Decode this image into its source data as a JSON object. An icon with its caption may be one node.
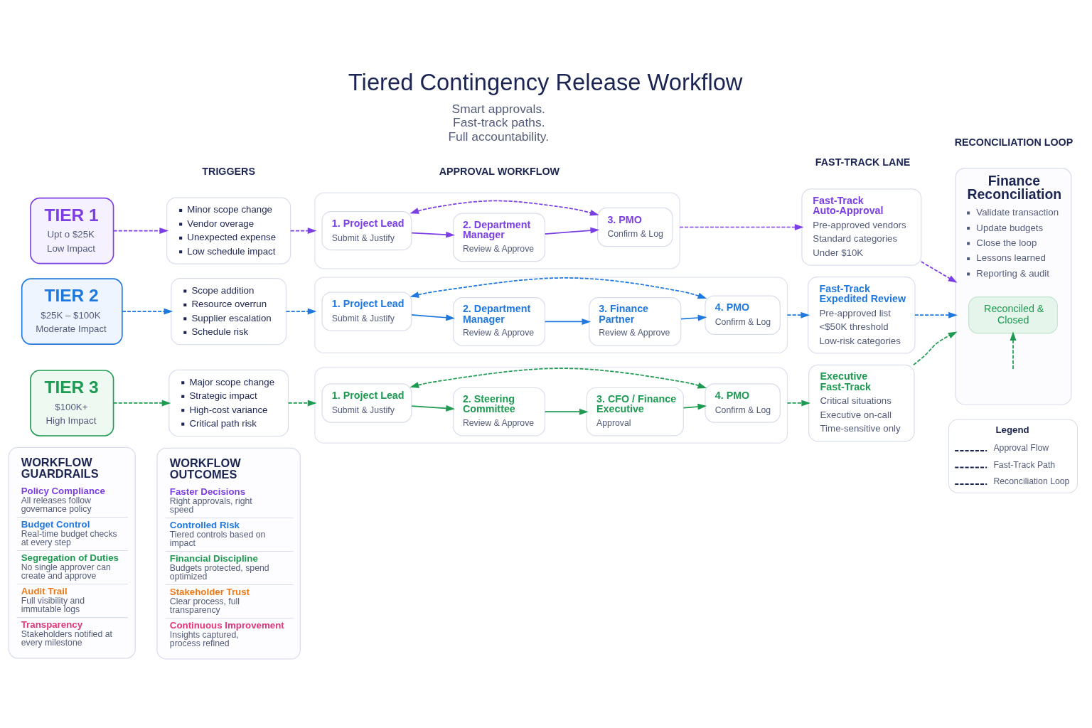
{
  "diagram": {
    "title": "Tiered Contingency Release Workflow",
    "nodes": [
      {
        "text": [
          "TIER 1",
          "Upt o $25K",
          "Low Impact"
        ]
      },
      {
        "text": [
          "Minor scope change",
          "Vendor overage",
          "Unexpected expense",
          "Low schedule impact"
        ]
      },
      {
        "text": [],
        "shape": "box"
      },
      {
        "text": [
          "1. Project Lead",
          "Submit & Justify"
        ],
        "in": 2
      },
      {
        "text": [
          "2. Department Manager",
          "Review & Approve"
        ],
        "in": 2
      },
      {
        "text": [
          "3. PMO",
          "Confirm & Log"
        ],
        "in": 2
      },
      {
        "text": [
          "Fast-Track Auto-Approval",
          "Pre-approved vendors",
          "Standard categories",
          "Under $10K"
        ]
      },
      {
        "text": [
          "TIER 2",
          "$25K – $100K",
          "Moderate Impact"
        ]
      },
      {
        "text": [
          "Scope addition",
          "Resource overrun",
          "Supplier escalation",
          "Schedule risk"
        ]
      },
      {
        "text": [],
        "shape": "box"
      },
      {
        "text": [
          "1. Project Lead",
          "Submit & Justify"
        ],
        "in": 9
      },
      {
        "text": [
          "2. Department Manager",
          "Review & Approve"
        ],
        "in": 9
      },
      {
        "text": [
          "3. Finance Partner",
          "Review & Approve"
        ],
        "in": 9
      },
      {
        "text": [
          "4. PMO",
          "Confirm & Log"
        ],
        "in": 9
      },
      {
        "text": [
          "Fast-Track Expedited Review",
          "Pre-approved list",
          "<$50K threshold",
          "Low-risk categories"
        ]
      },
      {
        "text": [
          "TIER 3",
          "$100K+",
          "High Impact"
        ]
      },
      {
        "text": [
          "Major scope change",
          "Strategic impact",
          "High-cost variance",
          "Critical path risk"
        ]
      },
      {
        "text": [],
        "shape": "box"
      },
      {
        "text": [
          "1. Project Lead",
          "Submit & Justify"
        ],
        "in": 17
      },
      {
        "text": [
          "2. Steering Committee",
          "Review & Approve"
        ],
        "in": 17
      },
      {
        "text": [
          "3. CFO / Finance Executive",
          "Approval"
        ],
        "in": 17
      },
      {
        "text": [
          "4. PMO",
          "Confirm & Log"
        ],
        "in": 17
      },
      {
        "text": [
          "Executive Fast-Track",
          "Critical situations",
          "Executive on-call",
          "Time-sensitive only"
        ]
      },
      {
        "text": [
          "Finance Reconciliation",
          "Validate transaction",
          "Update budgets",
          "Close the loop",
          "Lessons learned",
          "Reporting & audit"
        ]
      },
      {
        "text": [
          "Reconciled & Closed"
        ],
        "in": 23
      },
      {
        "text": [
          "WORKFLOW GUARDRAILS",
          "Policy Compliance",
          "All releases follow governance policy",
          "Budget Control",
          "Real-time budget checks at every step",
          "Segregation of Duties",
          "No single approver can create and approve",
          "Audit Trail",
          "Full visibility and immutable logs",
          "Transparency",
          "Stakeholders notified at every milestone"
        ]
      },
      {
        "text": [
          "WORKFLOW OUTCOMES",
          "Faster Decisions",
          "Right approvals, right speed",
          "Controlled Risk",
          "Tiered controls based on impact",
          "Financial Discipline",
          "Budgets protected, spend optimized",
          "Stakeholder Trust",
          "Clear process, full transparency",
          "Continuous Improvement",
          "Insights captured, process refined"
        ]
      }
    ],
    "edges": [
      {
        "from": 0,
        "to": 1,
        "arrow": "to",
        "style": "dashed",
        "color": "#7b3fe4"
      },
      {
        "from": 1,
        "to": 2,
        "arrow": "to",
        "style": "dashed",
        "color": "#7b3fe4"
      },
      {
        "from": 3,
        "to": 4,
        "arrow": "to",
        "color": "#7b3fe4"
      },
      {
        "from": 4,
        "to": 5,
        "arrow": "to",
        "color": "#7b3fe4"
      },
      {
        "from": 3,
        "to": 5,
        "arrow": "both",
        "style": "dashed",
        "color": "#7b3fe4"
      },
      {
        "from": 2,
        "to": 6,
        "arrow": "to",
        "style": "dashed",
        "color": "#7b3fe4"
      },
      {
        "from": 6,
        "to": 23,
        "arrow": "to",
        "style": "dashed",
        "color": "#7b3fe4"
      },
      {
        "from": 7,
        "to": 8,
        "arrow": "to",
        "style": "dashed",
        "color": "#1f78dd"
      },
      {
        "from": 8,
        "to": 9,
        "arrow": "to",
        "style": "dashed",
        "color": "#1f78dd"
      },
      {
        "from": 10,
        "to": 11,
        "arrow": "to",
        "color": "#1f78dd"
      },
      {
        "from": 11,
        "to": 12,
        "arrow": "to",
        "color": "#1f78dd"
      },
      {
        "from": 12,
        "to": 13,
        "arrow": "to",
        "color": "#1f78dd"
      },
      {
        "from": 10,
        "to": 13,
        "arrow": "both",
        "style": "dashed",
        "color": "#1f78dd"
      },
      {
        "from": 9,
        "to": 14,
        "arrow": "to",
        "style": "dashed",
        "color": "#1f78dd"
      },
      {
        "from": 14,
        "to": 23,
        "arrow": "to",
        "style": "dashed",
        "color": "#1f78dd"
      },
      {
        "from": 15,
        "to": 16,
        "arrow": "to",
        "style": "dashed",
        "color": "#1e9a52"
      },
      {
        "from": 16,
        "to": 17,
        "arrow": "to",
        "style": "dashed",
        "color": "#1e9a52"
      },
      {
        "from": 18,
        "to": 19,
        "arrow": "to",
        "color": "#1e9a52"
      },
      {
        "from": 19,
        "to": 20,
        "arrow": "to",
        "color": "#1e9a52"
      },
      {
        "from": 20,
        "to": 21,
        "arrow": "to",
        "color": "#1e9a52"
      },
      {
        "from": 18,
        "to": 21,
        "arrow": "both",
        "style": "dashed",
        "color": "#1e9a52"
      },
      {
        "from": 17,
        "to": 22,
        "arrow": "to",
        "style": "dashed",
        "color": "#1e9a52"
      },
      {
        "from": 22,
        "to": 23,
        "arrow": "to",
        "style": "dashed",
        "color": "#1e9a52"
      },
      {
        "from": null,
        "to": 24,
        "arrow": "to",
        "style": "dashed",
        "color": "#1e9a52"
      }
    ],
    "labels": [
      "Smart approvals. Fast-track paths. Full accountability.",
      "TRIGGERS",
      "APPROVAL WORKFLOW",
      "FAST-TRACK LANE",
      "RECONCILIATION LOOP",
      "Legend"
    ],
    "legend": [
      {
        "text": "Approval Flow"
      },
      {
        "text": "Fast-Track Path"
      },
      {
        "text": "Reconciliation Loop"
      }
    ]
  }
}
